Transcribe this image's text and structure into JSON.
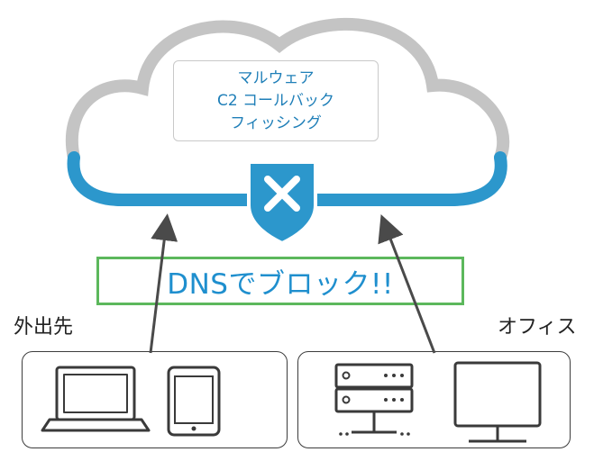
{
  "threats": {
    "line1": "マルウェア",
    "line2": "C2 コールバック",
    "line3": "フィッシング"
  },
  "banner": {
    "label": "DNSでブロック!!"
  },
  "sites": {
    "remote": {
      "label": "外出先",
      "devices": [
        "laptop-icon",
        "tablet-icon"
      ]
    },
    "office": {
      "label": "オフィス",
      "devices": [
        "server-icon",
        "monitor-icon"
      ]
    }
  },
  "colors": {
    "cloud_top": "#c4c4c4",
    "cloud_bottom": "#2c97cc",
    "shield": "#2c97cc",
    "banner_border": "#5cb85c",
    "banner_text": "#1f8fce",
    "threat_text": "#1f7fb8",
    "icon": "#3a3a3a"
  }
}
